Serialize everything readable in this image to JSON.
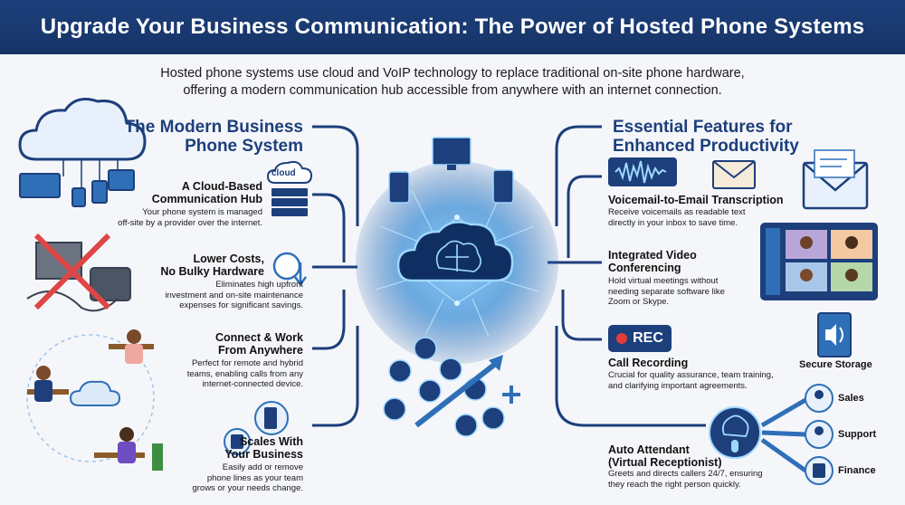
{
  "title": "Upgrade Your Business Communication: The Power of Hosted Phone Systems",
  "intro_line1": "Hosted phone systems use cloud and VoIP technology to replace traditional on-site phone hardware,",
  "intro_line2": "offering a modern communication hub accessible from anywhere with an internet connection.",
  "left_section": {
    "title_line1": "The Modern Business",
    "title_line2": "Phone System",
    "items": [
      {
        "head1": "A Cloud-Based",
        "head2": "Communication Hub",
        "body1": "Your phone system is managed",
        "body2": "off-site by a provider over the internet.",
        "body3": ""
      },
      {
        "head1": "Lower Costs,",
        "head2": "No Bulky Hardware",
        "body1": "Eliminates high upfront",
        "body2": "investment and on-site maintenance",
        "body3": "expenses for significant savings."
      },
      {
        "head1": "Connect & Work",
        "head2": "From Anywhere",
        "body1": "Perfect for remote and hybrid",
        "body2": "teams, enabling calls from any",
        "body3": "internet-connected device."
      },
      {
        "head1": "Scales With",
        "head2": "Your Business",
        "body1": "Easily add or remove",
        "body2": "phone lines as your team",
        "body3": "grows or your needs change."
      }
    ],
    "cloud_tag": "cloud"
  },
  "right_section": {
    "title_line1": "Essential Features for",
    "title_line2": "Enhanced Productivity",
    "items": [
      {
        "head1": "Voicemail-to-Email Transcription",
        "head2": "",
        "body1": "Receive voicemails as readable text",
        "body2": "directly in your inbox to save time.",
        "body3": ""
      },
      {
        "head1": "Integrated Video",
        "head2": "Conferencing",
        "body1": "Hold virtual meetings without",
        "body2": "needing separate software like",
        "body3": "Zoom or Skype."
      },
      {
        "head1": "Call Recording",
        "head2": "",
        "body1": "Crucial for quality assurance, team training,",
        "body2": "and clarifying important agreements.",
        "body3": ""
      },
      {
        "head1": "Auto Attendant",
        "head2": "(Virtual Receptionist)",
        "body1": "Greets and directs callers 24/7, ensuring",
        "body2": "they reach the right person quickly.",
        "body3": ""
      }
    ],
    "rec_label": "REC",
    "secure_storage": "Secure Storage",
    "routes": [
      "Sales",
      "Support",
      "Finance"
    ]
  },
  "colors": {
    "banner": "#1d3f7c",
    "accent": "#2f6fb8",
    "glow": "#3d8fd6"
  }
}
